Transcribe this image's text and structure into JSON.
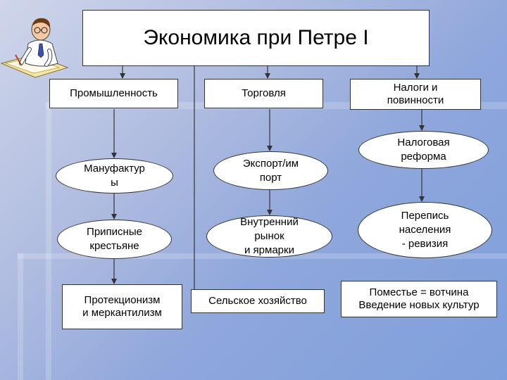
{
  "title": "Экономика при Петре I",
  "categories": {
    "industry": "Промышленность",
    "trade": "Торговля",
    "taxes": "Налоги и\nповинности"
  },
  "ovals": {
    "manufactories": "Мануфактур\nы",
    "assigned_peasants": "Приписные\nкрестьяне",
    "export_import": "Экспорт/им\nпорт",
    "internal_market": "Внутренний\nрынок\nи  ярмарки",
    "tax_reform": "Налоговая\nреформа",
    "census": "Перепись\nнаселения\n- ревизия"
  },
  "bottom": {
    "protectionism": "Протекционизм\nи меркантилизм",
    "agriculture": "Сельское хозяйство",
    "estate": "Поместье = вотчина\nВведение новых культур"
  },
  "colors": {
    "box_fill": "#ffffff",
    "line": "#333333"
  },
  "icons": {
    "clipart": "man-writing-clipart"
  }
}
